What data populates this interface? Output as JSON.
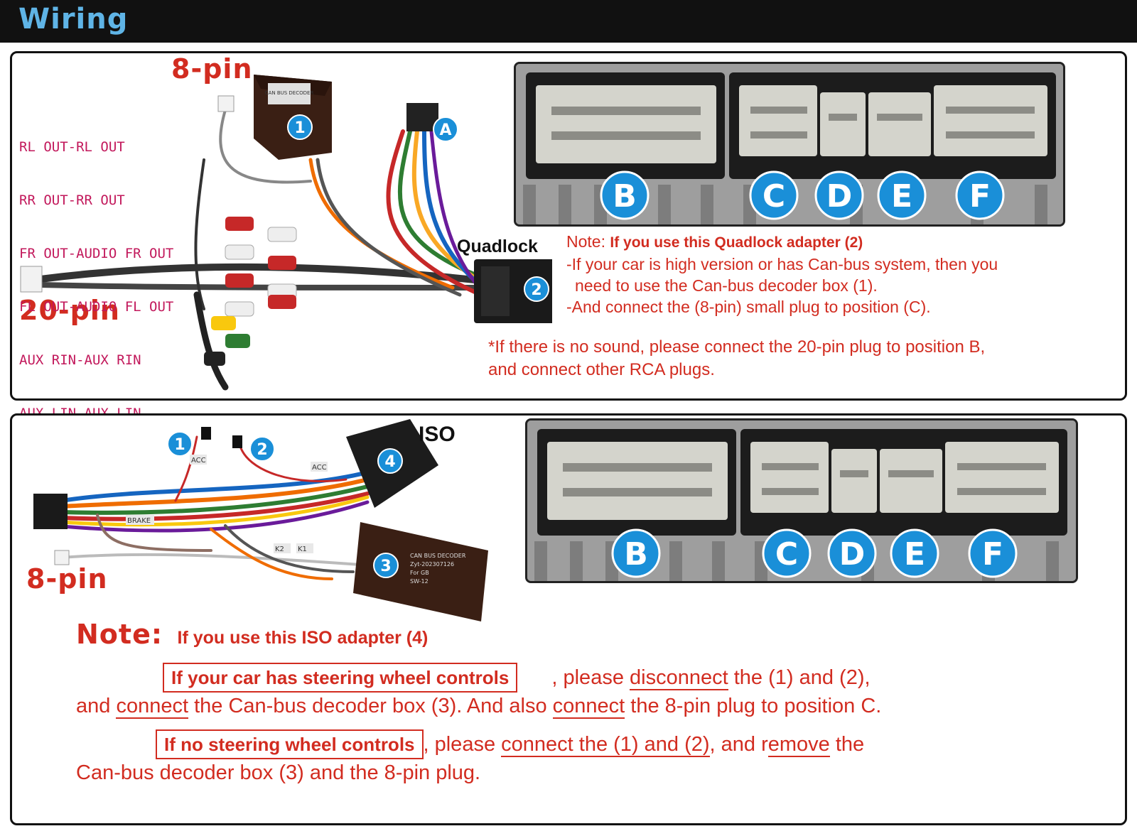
{
  "header": {
    "title": "Wiring"
  },
  "top": {
    "label_8pin": "8-pin",
    "label_20pin": "20-pin",
    "label_quadlock": "Quadlock",
    "rca_list": [
      "RL OUT-RL OUT",
      "RR OUT-RR OUT",
      "FR OUT-AUDIO FR OUT",
      "FL OUT-AUDIO FL OUT",
      "AUX RIN-AUX RIN",
      "AUX LIN-AUX LIN"
    ],
    "markers": [
      "1",
      "2",
      "A"
    ],
    "decoder_box_text": "CAN BUS DECODER",
    "positions": [
      "B",
      "C",
      "D",
      "E",
      "F"
    ],
    "note_prefix": "Note:",
    "note_title": "If you use this Quadlock adapter (2)",
    "note_lines": [
      "-If your car is high version or has Can-bus system, then you",
      "need to use the Can-bus decoder box (1).",
      "-And connect the (8-pin) small plug to position (C)."
    ],
    "tip_lines": [
      "*If there is no sound, please connect the 20-pin plug to position B,",
      "and connect other RCA plugs."
    ]
  },
  "bottom": {
    "label_8pin": "8-pin",
    "label_iso": "ISO",
    "markers": [
      "1",
      "2",
      "3",
      "4"
    ],
    "wire_tags": [
      "ACC",
      "ACC",
      "BRAKE",
      "K2",
      "K1"
    ],
    "decoder_box_lines": [
      "CAN BUS DECODER",
      "Zyt-202307126",
      "For GB",
      "SW-12"
    ],
    "positions": [
      "B",
      "C",
      "D",
      "E",
      "F"
    ],
    "note_prefix": "Note:",
    "note_title": "If you use this ISO adapter (4)",
    "p1_box": "If your car has steering wheel controls",
    "p1_a": ", please ",
    "p1_u1": "disconnect",
    "p1_b": " the (1) and (2),",
    "p1_line2_a": "and ",
    "p1_u2": "connect",
    "p1_line2_b": " the Can-bus decoder box (3). And also ",
    "p1_u3": "connect",
    "p1_line2_c": " the 8-pin plug to position C.",
    "p2_box": "If no steering wheel controls",
    "p2_a": ", please ",
    "p2_u1": "connect the (1) and (2)",
    "p2_b": ", and r",
    "p2_u2": "emove",
    "p2_c": " the",
    "p2_line2": "Can-bus decoder box (3) and the 8-pin plug."
  },
  "colors": {
    "accent_red": "#d22c20",
    "marker_blue": "#1a8fd8",
    "header_blue": "#5fb4e6",
    "rca_pink": "#c2185b"
  }
}
